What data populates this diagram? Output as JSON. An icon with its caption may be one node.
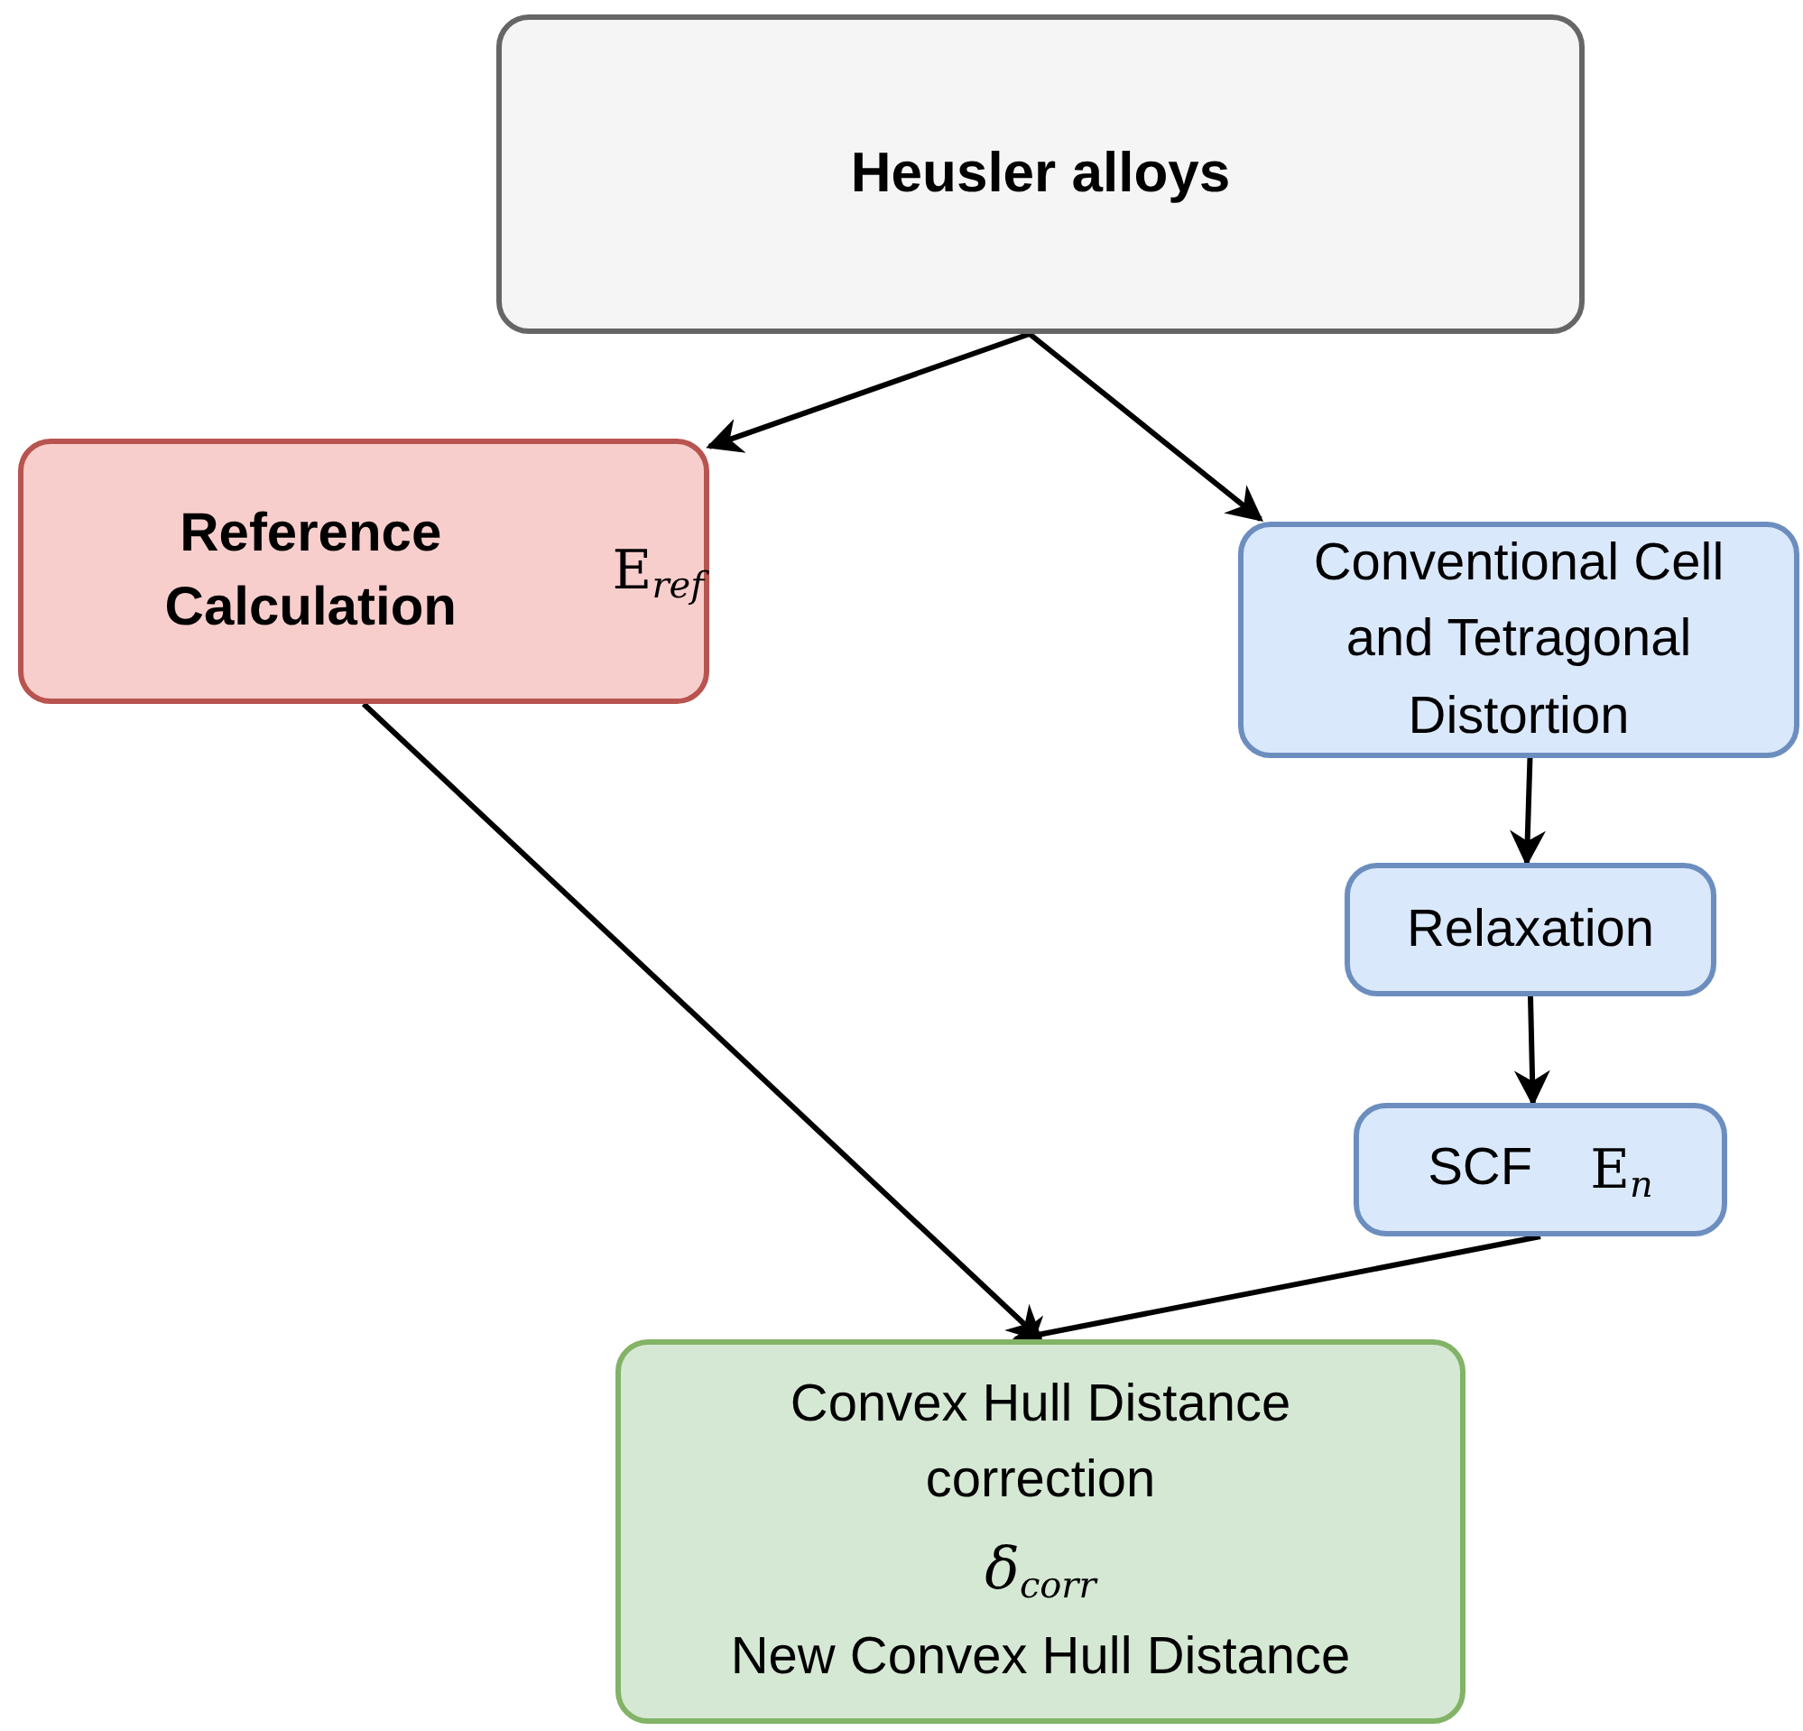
{
  "diagram": {
    "nodes": [
      {
        "text": [
          "Heusler alloys"
        ]
      },
      {
        "text": [
          "Reference Calculation",
          "E$_{ref}$"
        ]
      },
      {
        "text": [
          "Conventional Cell and Tetragonal Distortion"
        ]
      },
      {
        "text": [
          "Relaxation"
        ]
      },
      {
        "text": [
          "SCF",
          "E$_{n}$"
        ]
      },
      {
        "text": [
          "Convex Hull Distance correction",
          "δ$_{corr}$",
          "New Convex Hull Distance"
        ]
      }
    ],
    "edges": [
      {
        "from": 0,
        "to": 1,
        "arrow": "to"
      },
      {
        "from": 0,
        "to": 2,
        "arrow": "to"
      },
      {
        "from": 2,
        "to": 3,
        "arrow": "to"
      },
      {
        "from": 3,
        "to": 4,
        "arrow": "to"
      },
      {
        "from": 1,
        "to": 5,
        "arrow": "to"
      },
      {
        "from": 4,
        "to": 5,
        "arrow": "to"
      }
    ]
  }
}
